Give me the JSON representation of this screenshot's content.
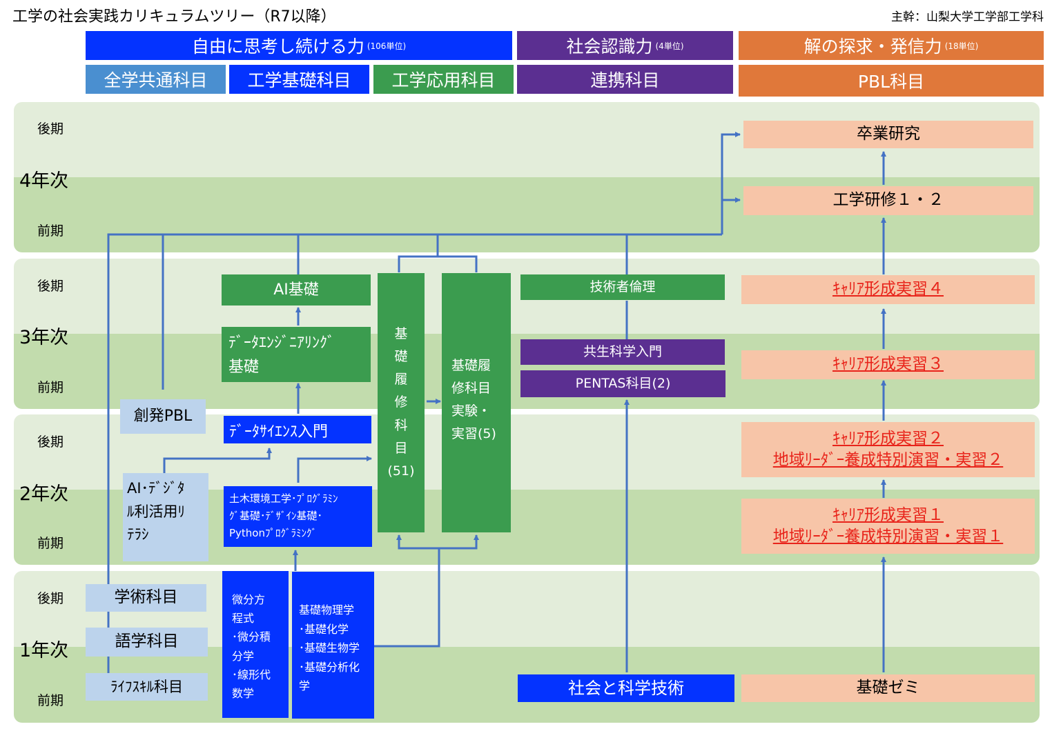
{
  "title": "工学の社会実践カリキュラムツリー（R7以降）",
  "sponsor": "主幹：山梨大学工学部工学科",
  "headers": {
    "jiyu": {
      "label": "自由に思考し続ける力",
      "units": "(106単位)"
    },
    "shakai": {
      "label": "社会認識力",
      "units": "(4単位)"
    },
    "kai": {
      "label": "解の探求・発信力",
      "units": "(18単位)"
    }
  },
  "categories": {
    "common": "全学共通科目",
    "basic": "工学基礎科目",
    "applied": "工学応用科目",
    "renkei": "連携科目",
    "pbl": "PBL科目"
  },
  "years": [
    {
      "label": "4年次",
      "late": "後期",
      "early": "前期"
    },
    {
      "label": "3年次",
      "late": "後期",
      "early": "前期"
    },
    {
      "label": "2年次",
      "late": "後期",
      "early": "前期"
    },
    {
      "label": "1年次",
      "late": "後期",
      "early": "前期"
    }
  ],
  "pbl": {
    "sotsugyo": "卒業研究",
    "kenshu": "工学研修１・２",
    "career4": "ｷｬﾘｱ形成実習４",
    "career3": "ｷｬﾘｱ形成実習３",
    "career2": "ｷｬﾘｱ形成実習２",
    "chiiki2": "地域ﾘｰﾀﾞｰ養成特別演習・実習２",
    "career1": "ｷｬﾘｱ形成実習１",
    "chiiki1": "地域ﾘｰﾀﾞｰ養成特別演習・実習１",
    "seminar": "基礎ゼミ"
  },
  "renkei": {
    "rinri": "技術者倫理",
    "kyosei": "共生科学入門",
    "pentas": "PENTAS科目(2)",
    "shakai_kagaku": "社会と科学技術"
  },
  "applied": {
    "ai_kiso": "AI基礎",
    "data_eng_1": "ﾃﾞｰﾀｴﾝｼﾞﾆｱﾘﾝｸﾞ",
    "data_eng_2": "基礎",
    "kiso_rishu": [
      "基",
      "礎",
      "履",
      "修",
      "科",
      "目",
      "(51)"
    ],
    "jikken": [
      "基礎履",
      "修科目",
      "実験・",
      "実習(5)"
    ]
  },
  "basic": {
    "data_science": "ﾃﾞｰﾀｻｲｴﾝｽ入門",
    "doboku": [
      "土木環境工学･ﾌﾟﾛｸﾞﾗﾐﾝ",
      "ｸﾞ基礎･ﾃﾞｻﾞｲﾝ基礎･",
      "Pythonﾌﾟﾛｸﾞﾗﾐﾝｸﾞ"
    ],
    "math": [
      "微分方",
      "程式",
      "･微分積",
      "分学",
      "･線形代",
      "数学"
    ],
    "science": [
      "基礎物理学",
      "･基礎化学",
      "･基礎生物学",
      "･基礎分析化",
      "学"
    ]
  },
  "common": {
    "sohatsu": "創発PBL",
    "ai_digital": [
      "AI･ﾃﾞｼﾞﾀ",
      "ﾙ利活用ﾘ",
      "ﾃﾗｼ"
    ],
    "gakujutsu": "学術科目",
    "gogaku": "語学科目",
    "lifeskill": "ﾗｲﾌｽｷﾙ科目"
  },
  "colors": {
    "blue": "#0433ff",
    "purple": "#5b2f91",
    "orange": "#e0783a",
    "light_blue": "#4a8fd0",
    "green": "#3b9c4f",
    "salmon": "#f7c5a8",
    "arrow": "#4472c4"
  }
}
